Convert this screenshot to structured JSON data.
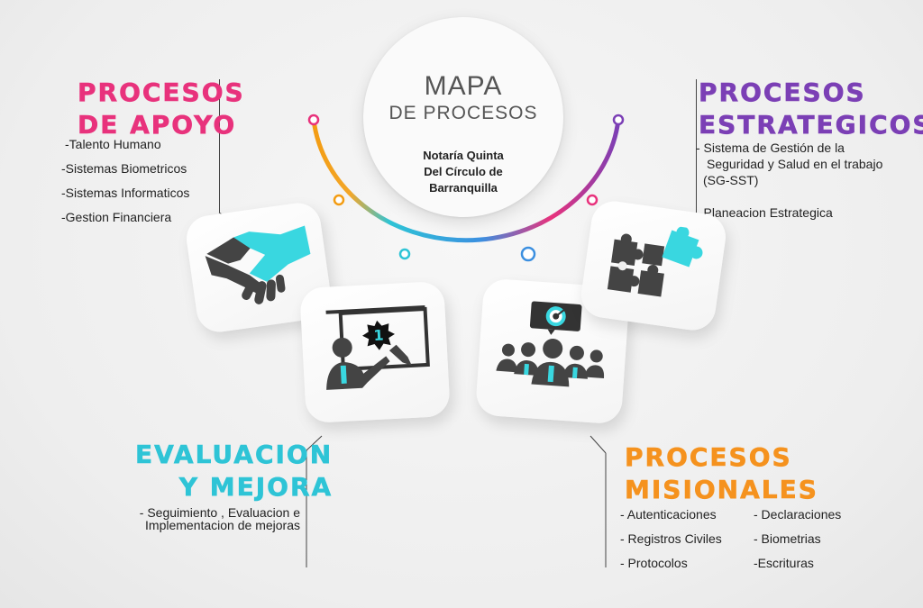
{
  "center": {
    "title": "MAPA",
    "subtitle": "DE PROCESOS",
    "org_line1": "Notaría Quinta",
    "org_line2": "Del Círculo de",
    "org_line3": "Barranquilla"
  },
  "apoyo": {
    "title_line1": "PROCESOS",
    "title_line2": "DE APOYO",
    "color": "#e8327c",
    "items": [
      "-Talento Humano",
      "-Sistemas Biometricos",
      "-Sistemas Informaticos",
      "-Gestion Financiera"
    ]
  },
  "estrategicos": {
    "title_line1": "PROCESOS",
    "title_line2": "ESTRATEGICOS",
    "color": "#7b3fb5",
    "item1_line1": "- Sistema de Gestión de la",
    "item1_line2": "Seguridad y Salud en el trabajo",
    "item1_line3": "(SG-SST)",
    "item2": "- Planeacion Estrategica"
  },
  "evaluacion": {
    "title_line1": "EVALUACION",
    "title_line2": "Y MEJORA",
    "color": "#2ec4d6",
    "item_line1": "- Seguimiento , Evaluacion e",
    "item_line2": "Implementacion de mejoras"
  },
  "misionales": {
    "title_line1": "PROCESOS",
    "title_line2": "MISIONALES",
    "color": "#f5921e",
    "col1": [
      "- Autenticaciones",
      "- Registros Civiles",
      "- Protocolos"
    ],
    "col2": [
      "- Declaraciones",
      "- Biometrias",
      "-Escrituras"
    ]
  },
  "icons": [
    "handshake-icon",
    "award-presentation-icon",
    "target-team-icon",
    "puzzle-icon"
  ],
  "arc_colors": [
    "#f39c12",
    "#2ec4d6",
    "#3b8fe0",
    "#e8327c",
    "#7b3fb5"
  ]
}
